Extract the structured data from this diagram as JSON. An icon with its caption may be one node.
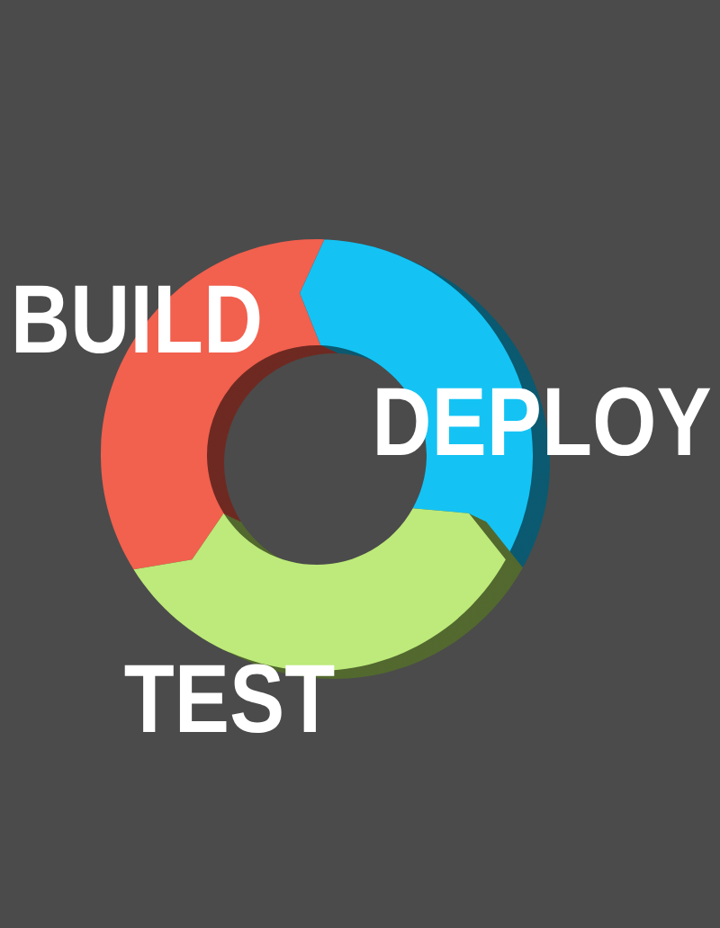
{
  "diagram": {
    "nodes": [
      {
        "text": [
          "BUILD"
        ]
      },
      {
        "text": [
          "DEPLOY"
        ]
      },
      {
        "text": [
          "TEST"
        ]
      }
    ]
  }
}
